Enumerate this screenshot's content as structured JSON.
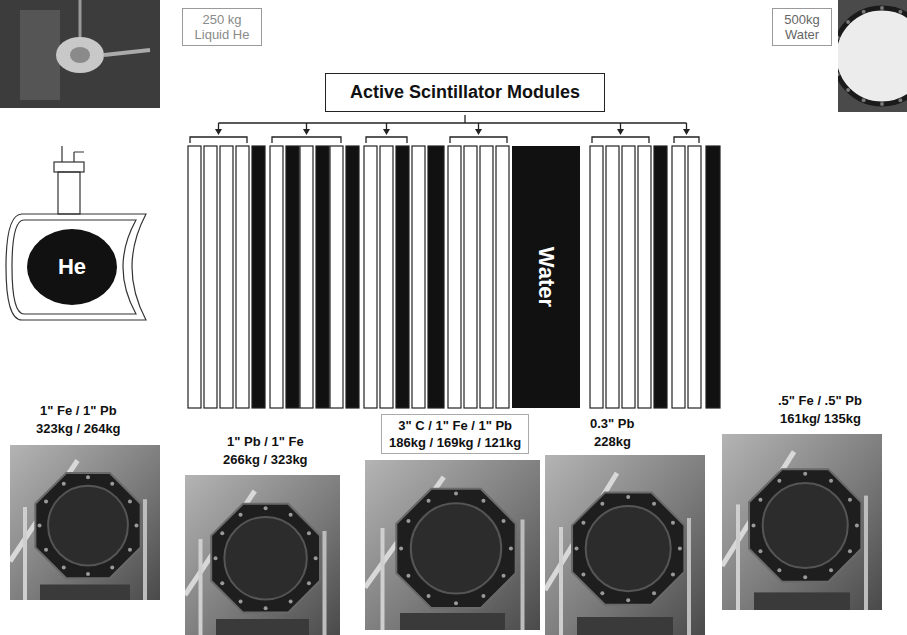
{
  "diagram": {
    "nodes": [
      {
        "text": [
          "250 kg Liquid He"
        ]
      },
      {
        "text": [
          "500kg Water"
        ]
      },
      {
        "text": [
          "Active Scintillator Modules"
        ]
      },
      {
        "text": [
          "He"
        ]
      },
      {
        "text": [
          "Water"
        ]
      },
      {
        "text": [
          "3\" C / 1\" Fe / 1\" Pb",
          "186kg / 169kg / 121kg"
        ]
      }
    ],
    "labels": [
      "1\" Fe / 1\" Pb",
      "323kg / 264kg",
      "1\" Pb / 1\" Fe",
      "266kg / 323kg",
      "0.3\" Pb",
      "228kg",
      ".5\" Fe / .5\" Pb",
      "161kg/ 135kg"
    ]
  }
}
